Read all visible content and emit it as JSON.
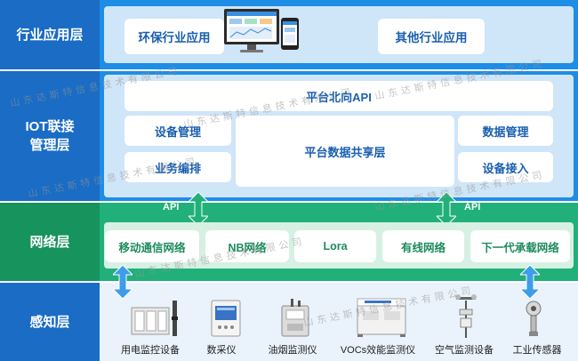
{
  "layers": {
    "application": "行业应用层",
    "iot": "IOT联接\n管理层",
    "network": "网络层",
    "perception": "感知层"
  },
  "application": {
    "env": "环保行业应用",
    "other": "其他行业应用"
  },
  "iot": {
    "northbound_api": "平台北向API",
    "device_management": "设备管理",
    "business_orchestration": "业务编排",
    "data_sharing": "平台数据共享层",
    "data_management": "数据管理",
    "device_access": "设备接入"
  },
  "api_left": "API",
  "api_right": "API",
  "network": [
    "移动通信网络",
    "NB网络",
    "Lora",
    "有线网络",
    "下一代承载网络"
  ],
  "devices": [
    "用电监控设备",
    "数采仪",
    "油烟监测仪",
    "VOCs效能监测仪",
    "空气监测设备",
    "工业传感器"
  ],
  "watermark": "山东达斯特信息技术有限公司",
  "colors": {
    "blue": "#1d8de6",
    "dark_blue": "#1a6cc4",
    "green": "#21b07a",
    "dark_green": "#17935e"
  }
}
